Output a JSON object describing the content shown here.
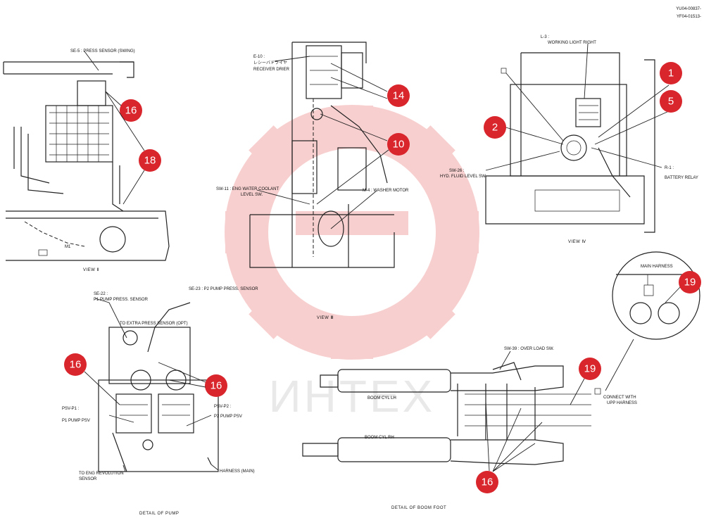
{
  "doc_codes": [
    "YU04-00837-",
    "YF04-01513-"
  ],
  "watermark": {
    "text": "ИНТЕХ",
    "color": "#f3b6b6"
  },
  "colors": {
    "callout": "#d9252c",
    "line": "#222222"
  },
  "view1": {
    "caption": "VIEW Ⅱ",
    "se5": "SE-5 : PRESS SENSOR (SWING)",
    "m1": "M1"
  },
  "view3": {
    "caption": "VIEW Ⅲ",
    "e10_code": "E-10 :",
    "e10_jp": "レシーバドライヤ",
    "e10_en": "RECEIVER DRIER",
    "sw11_a": "SW-11 : ENG WATER COOLANT",
    "sw11_b": "LEVEL SW.",
    "m4": "M-4 : WASHER MOTOR"
  },
  "view4": {
    "caption": "VIEW Ⅳ",
    "l3_code": "L-3 :",
    "l3_text": "WORKING LIGHT RIGHT",
    "sw26_a": "SW-26 :",
    "sw26_b": "HYD. FLUID LEVEL SW.",
    "r1_code": "R-1 :",
    "r1_text": "BATTERY RELAY"
  },
  "pump": {
    "caption": "DETAIL OF PUMP",
    "se22_code": "SE-22 :",
    "se22_text": "P1 PUMP PRESS. SENSOR",
    "se23_code": "SE-23 : P2 PUMP PRESS. SENSOR",
    "extra": "TO EXTRA PRESS SENSOR (OPT)",
    "psvp1_code": "PSV-P1 :",
    "psvp1_text": "P1 PUMP PSV",
    "psvp2_code": "PSV-P2 :",
    "psvp2_text": "P2 PUMP PSV",
    "eng_rev_a": "TO ENG REVOLUTION",
    "eng_rev_b": "SENSOR",
    "harness": "HARNESS (MAIN)"
  },
  "boom": {
    "caption": "DETAIL OF BOOM FOOT",
    "sw39": "SW-39 : OVER LOAD SW.",
    "cyl_lh": "BOOM CYL LH",
    "cyl_rh": "BOOM CYL RH",
    "connect_a": "CONNECT WITH",
    "connect_b": "UPP HARNESS",
    "main_harness": "MAIN HARNESS"
  },
  "callouts": {
    "c1": "1",
    "c2": "2",
    "c5": "5",
    "c10": "10",
    "c14": "14",
    "c16a": "16",
    "c16b": "16",
    "c16c": "16",
    "c16d": "16",
    "c18": "18",
    "c19a": "19",
    "c19b": "19"
  }
}
